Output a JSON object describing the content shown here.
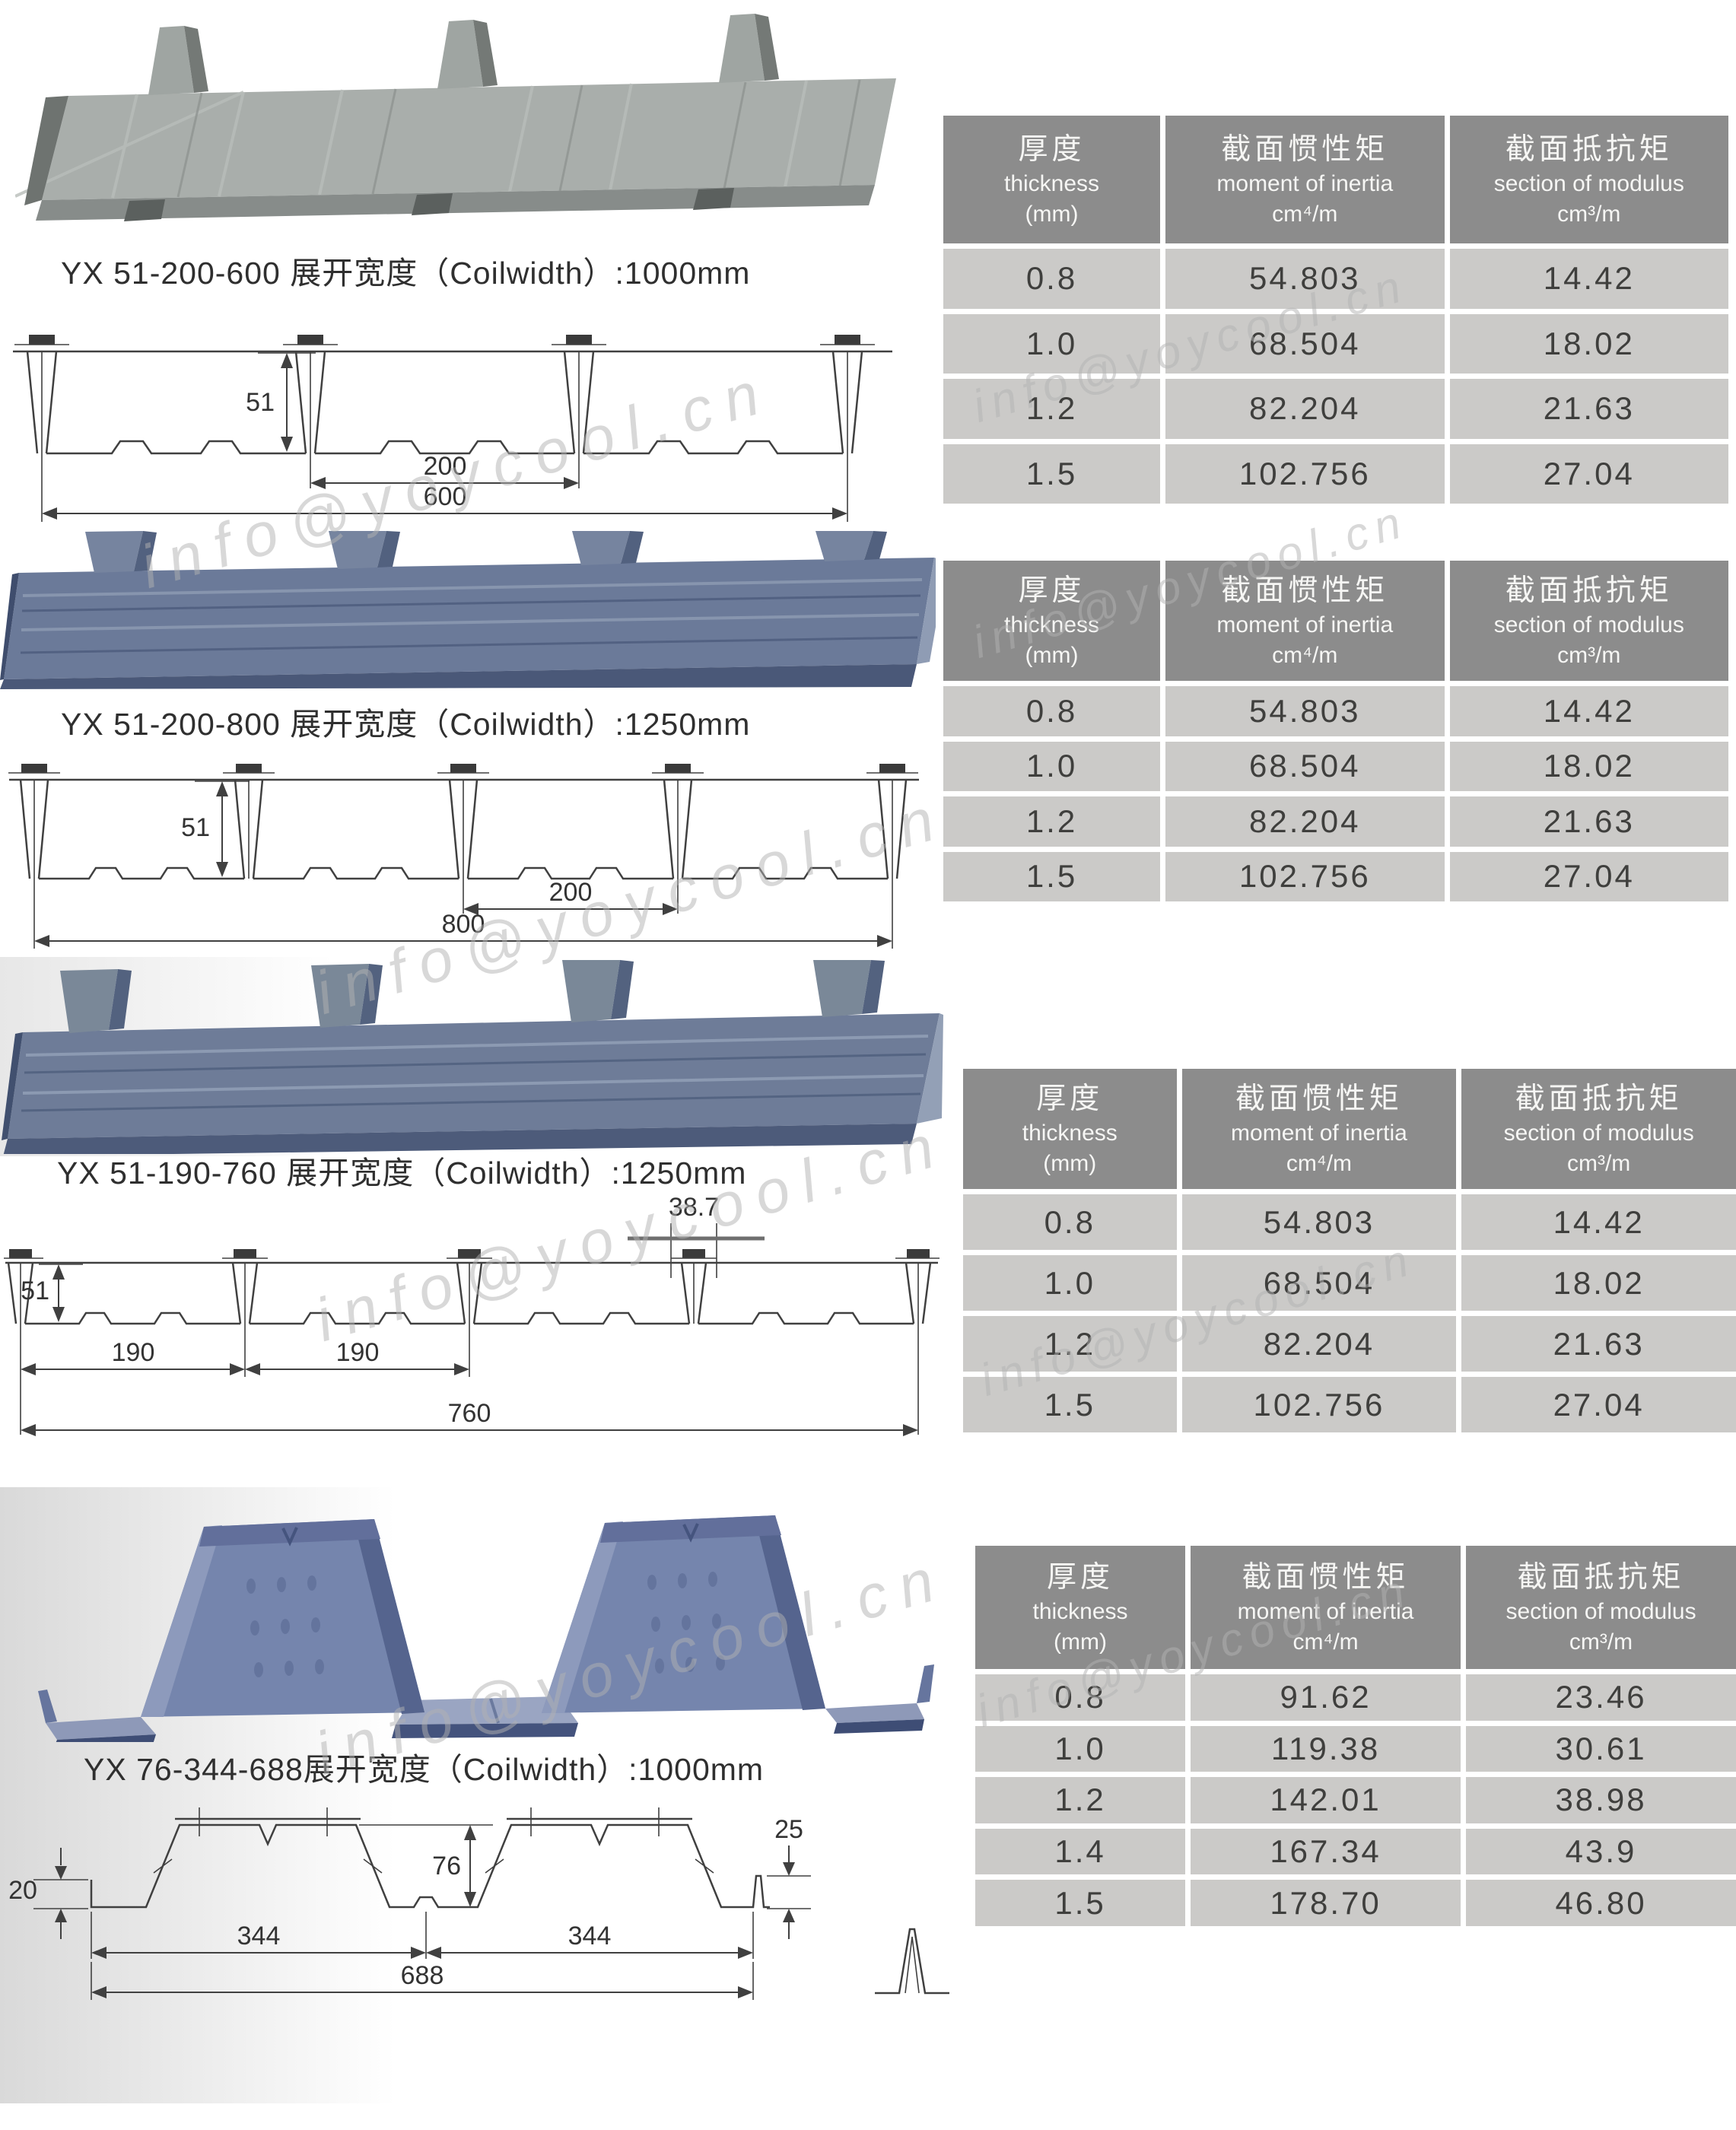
{
  "page": {
    "watermark": "info@yoycool.cn",
    "colors": {
      "table_header_bg": "#8c8c8c",
      "table_header_text": "#f6f6f4",
      "table_row_bg": "#cbcac8",
      "table_row_text": "#3f3f3d",
      "drawing_line": "#404040",
      "steel_silver": "#a9aeab",
      "steel_blue": "#6b7a99",
      "render_blue": "#7585ad"
    }
  },
  "table_header": {
    "thickness_zh": "厚度",
    "thickness_en": "thickness",
    "thickness_unit": "(mm)",
    "inertia_zh": "截面惯性矩",
    "inertia_en": "moment of inertia",
    "inertia_unit": "cm⁴/m",
    "modulus_zh": "截面抵抗矩",
    "modulus_en": "section of modulus",
    "modulus_unit": "cm³/m"
  },
  "sections": [
    {
      "title": "YX 51-200-600 展开宽度（Coilwidth）:1000mm",
      "dims": {
        "height": "51",
        "pitch": "200",
        "total": "600"
      },
      "rows": [
        [
          "0.8",
          "54.803",
          "14.42"
        ],
        [
          "1.0",
          "68.504",
          "18.02"
        ],
        [
          "1.2",
          "82.204",
          "21.63"
        ],
        [
          "1.5",
          "102.756",
          "27.04"
        ]
      ]
    },
    {
      "title": "YX 51-200-800 展开宽度（Coilwidth）:1250mm",
      "dims": {
        "height": "51",
        "pitch": "200",
        "total": "800"
      },
      "rows": [
        [
          "0.8",
          "54.803",
          "14.42"
        ],
        [
          "1.0",
          "68.504",
          "18.02"
        ],
        [
          "1.2",
          "82.204",
          "21.63"
        ],
        [
          "1.5",
          "102.756",
          "27.04"
        ]
      ]
    },
    {
      "title": "YX 51-190-760 展开宽度（Coilwidth）:1250mm",
      "dims": {
        "height": "51",
        "pitch1": "190",
        "pitch2": "190",
        "total": "760",
        "rib_top": "38.7"
      },
      "rows": [
        [
          "0.8",
          "54.803",
          "14.42"
        ],
        [
          "1.0",
          "68.504",
          "18.02"
        ],
        [
          "1.2",
          "82.204",
          "21.63"
        ],
        [
          "1.5",
          "102.756",
          "27.04"
        ]
      ]
    },
    {
      "title": "YX 76-344-688展开宽度（Coilwidth）:1000mm",
      "dims": {
        "left_lip": "20",
        "height": "76",
        "right_lip": "25",
        "pitch1": "344",
        "pitch2": "344",
        "total": "688"
      },
      "rows": [
        [
          "0.8",
          "91.62",
          "23.46"
        ],
        [
          "1.0",
          "119.38",
          "30.61"
        ],
        [
          "1.2",
          "142.01",
          "38.98"
        ],
        [
          "1.4",
          "167.34",
          "43.9"
        ],
        [
          "1.5",
          "178.70",
          "46.80"
        ]
      ]
    }
  ]
}
